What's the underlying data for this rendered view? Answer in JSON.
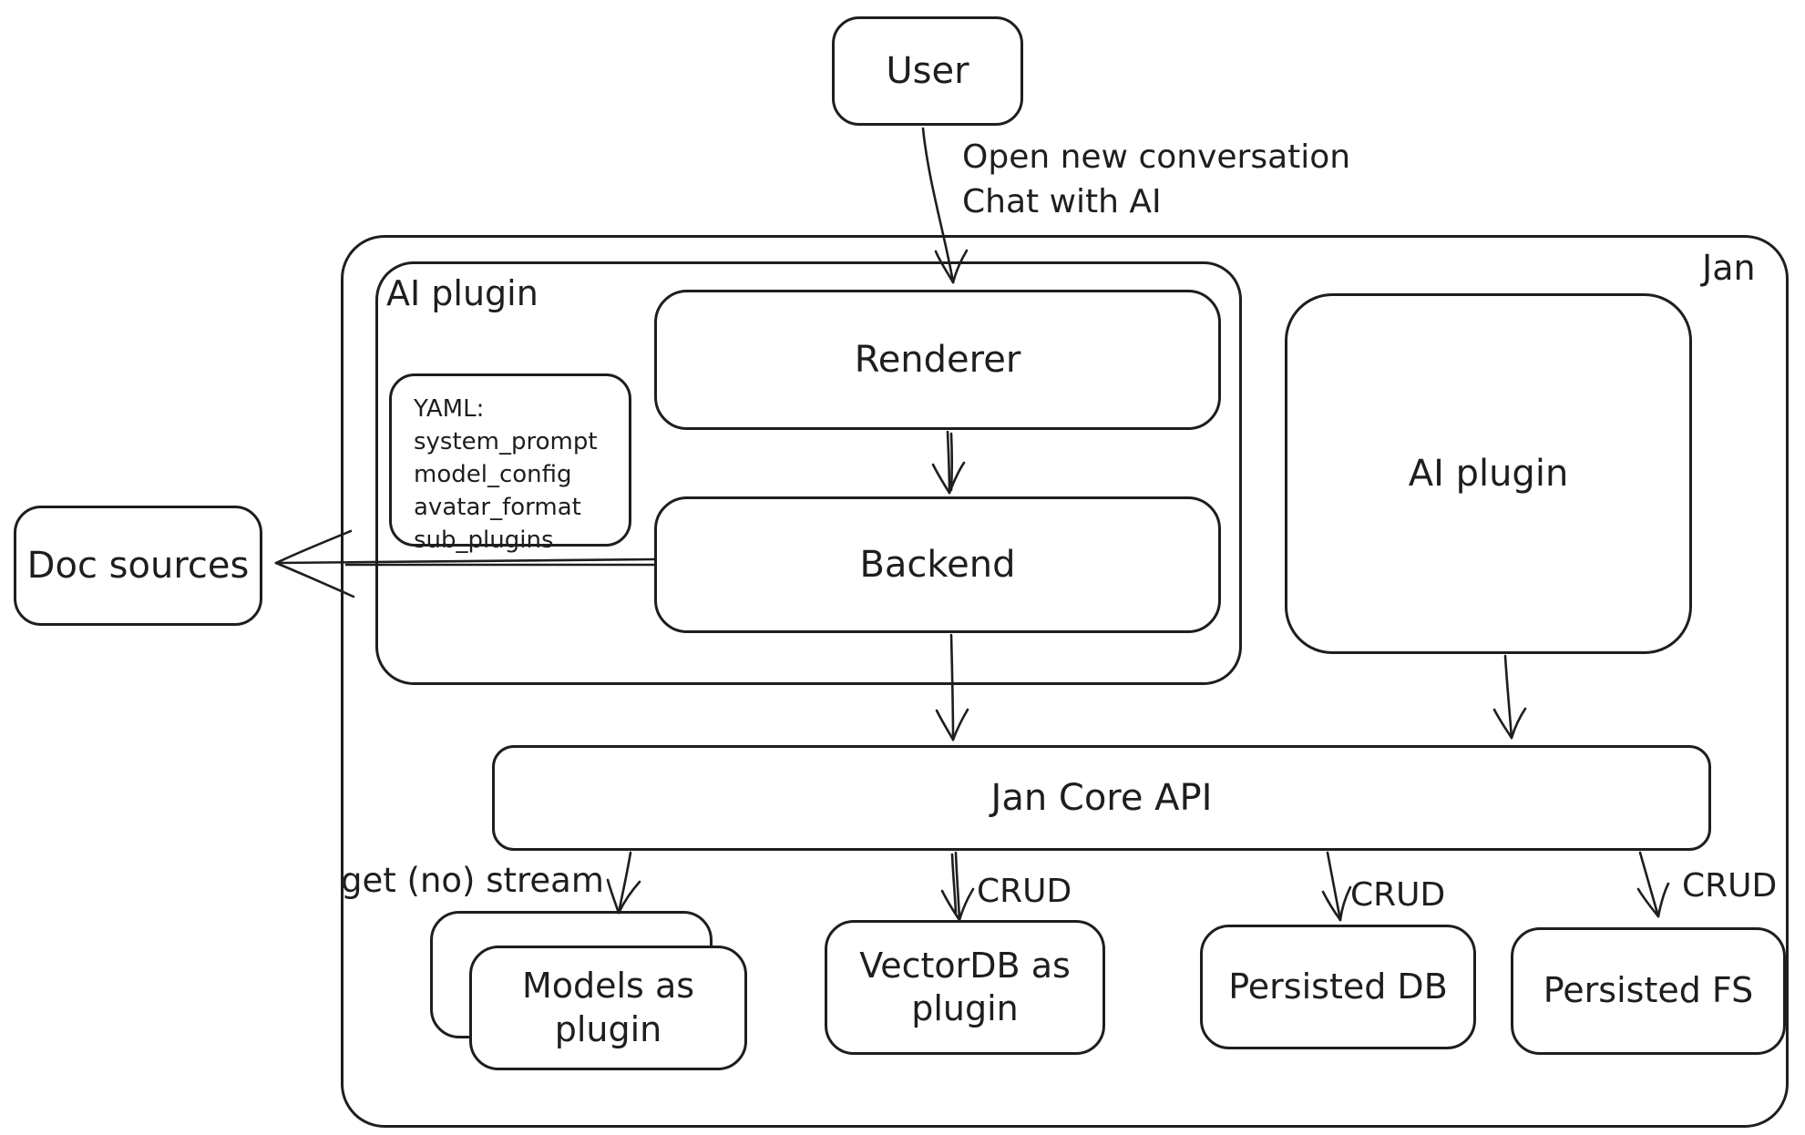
{
  "colors": {
    "stroke": "#1e1e1e",
    "background": "#ffffff"
  },
  "nodes": {
    "user": "User",
    "jan_container": "Jan",
    "ai_plugin_container": "AI plugin",
    "renderer": "Renderer",
    "backend": "Backend",
    "doc_sources": "Doc sources",
    "ai_plugin_right": "AI plugin",
    "jan_core_api": "Jan Core API",
    "models_as_plugin": "Models as plugin",
    "vectordb_as_plugin": "VectorDB as plugin",
    "persisted_db": "Persisted DB",
    "persisted_fs": "Persisted FS"
  },
  "yaml_note": {
    "lines": [
      "YAML:",
      "system_prompt",
      "model_config",
      "avatar_format",
      "sub_plugins"
    ]
  },
  "edge_labels": {
    "user_action_line1": "Open new conversation",
    "user_action_line2": "Chat with AI",
    "models_edge": "get (no) stream",
    "vectordb_edge": "CRUD",
    "persisted_db_edge": "CRUD",
    "persisted_fs_edge": "CRUD"
  }
}
